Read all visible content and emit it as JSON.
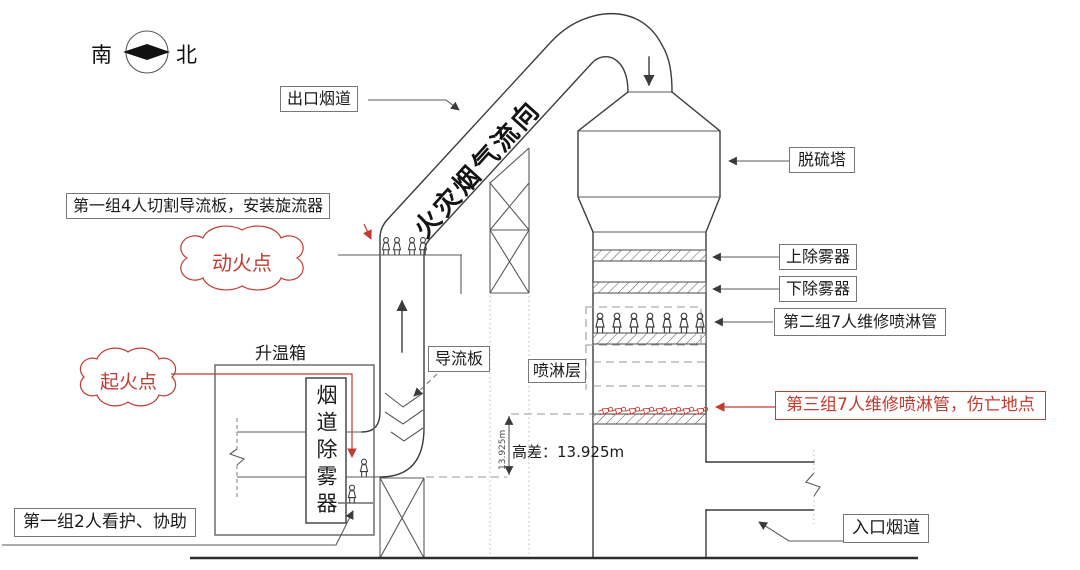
{
  "compass": {
    "south": "南",
    "north": "北"
  },
  "labels": {
    "outlet_flue": "出口烟道",
    "fire_smoke_flow": "火灾烟气流向",
    "tower": "脱硫塔",
    "upper_demister": "上除雾器",
    "lower_demister": "下除雾器",
    "group2_repair": "第二组7人维修喷淋管",
    "group3_casualty": "第三组7人维修喷淋管，伤亡地点",
    "group1_cutting": "第一组4人切割导流板，安装旋流器",
    "hot_work_point": "动火点",
    "fire_origin_point": "起火点",
    "heating_box": "升温箱",
    "deflector_plate": "导流板",
    "spray_layer": "喷淋层",
    "flue_demister": "烟道除雾器",
    "height_difference": "高差：13.925m",
    "height_difference_small": "13.925m",
    "group1_assist": "第一组2人看护、协助",
    "inlet_flue": "入口烟道"
  },
  "colors": {
    "accent_red": "#c23b30",
    "line": "#3c3c3c"
  }
}
